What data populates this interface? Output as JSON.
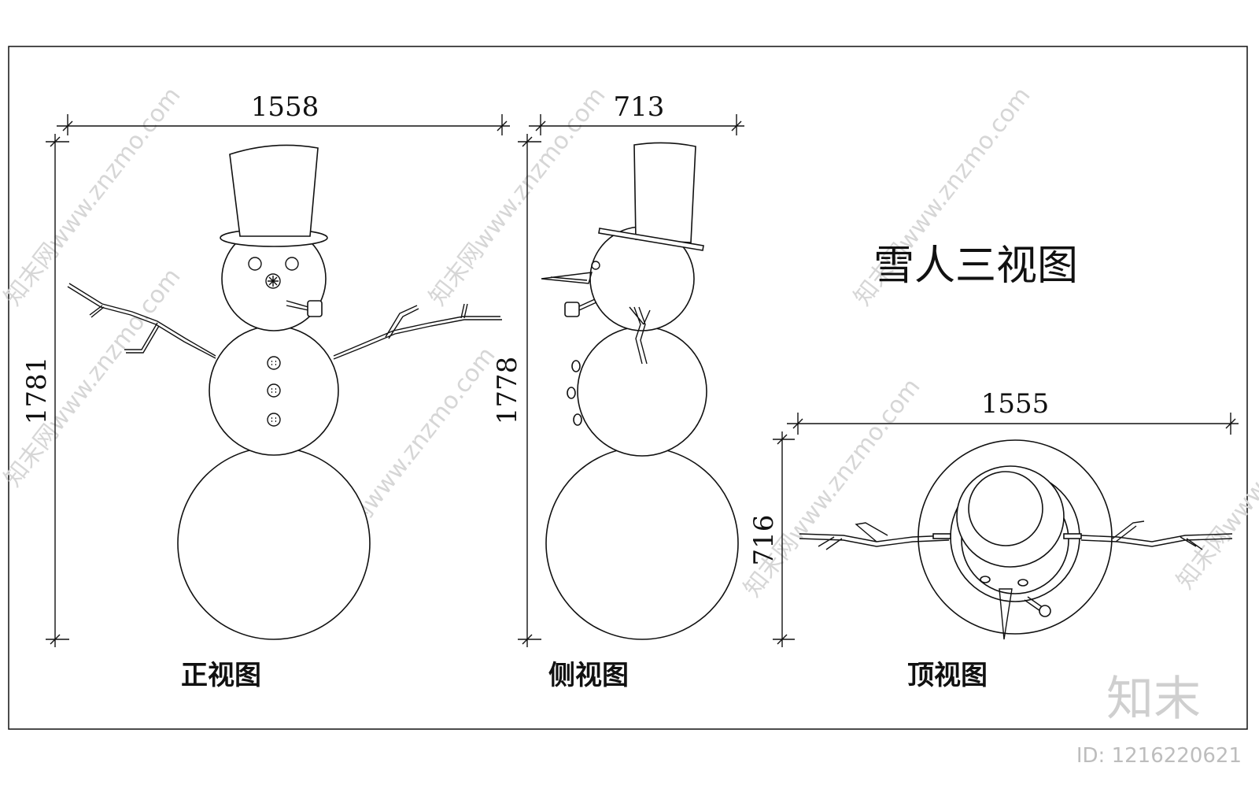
{
  "title": "雪人三视图",
  "views": {
    "front": {
      "label": "正视图",
      "width": "1558",
      "height": "1781"
    },
    "side": {
      "label": "侧视图",
      "width": "713",
      "height": "1778"
    },
    "top": {
      "label": "顶视图",
      "width": "1555",
      "height": "716"
    }
  },
  "watermark": {
    "text": "知末网www.znzmo.com",
    "brand": "知末",
    "id": "ID: 1216220621"
  }
}
